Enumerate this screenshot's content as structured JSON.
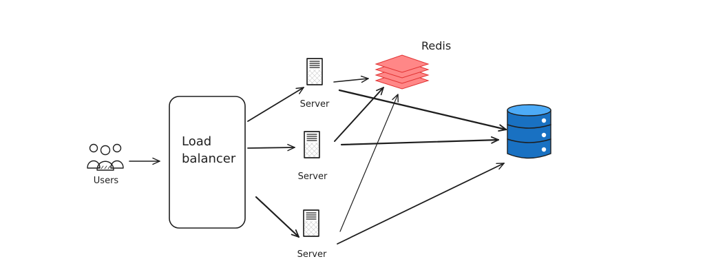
{
  "diagram": {
    "nodes": {
      "users": {
        "label": "Users",
        "icon": "users-icon"
      },
      "load_balancer": {
        "label_line1": "Load",
        "label_line2": "balancer"
      },
      "server_1": {
        "label": "Server",
        "icon": "server-icon"
      },
      "server_2": {
        "label": "Server",
        "icon": "server-icon"
      },
      "server_3": {
        "label": "Server",
        "icon": "server-icon"
      },
      "redis": {
        "label": "Redis",
        "icon": "redis-stack-icon"
      },
      "database": {
        "label": "",
        "icon": "database-icon"
      }
    },
    "edges": [
      {
        "from": "users",
        "to": "load_balancer"
      },
      {
        "from": "load_balancer",
        "to": "server_1"
      },
      {
        "from": "load_balancer",
        "to": "server_2"
      },
      {
        "from": "load_balancer",
        "to": "server_3"
      },
      {
        "from": "server_1",
        "to": "redis"
      },
      {
        "from": "server_1",
        "to": "database"
      },
      {
        "from": "server_2",
        "to": "redis"
      },
      {
        "from": "server_2",
        "to": "database"
      },
      {
        "from": "server_3",
        "to": "redis"
      },
      {
        "from": "server_3",
        "to": "database"
      }
    ],
    "colors": {
      "stroke": "#1e1e1e",
      "redis_fill": "#ff8787",
      "redis_stroke": "#e03131",
      "database_fill": "#1971c2",
      "database_top": "#4dabf7"
    }
  }
}
